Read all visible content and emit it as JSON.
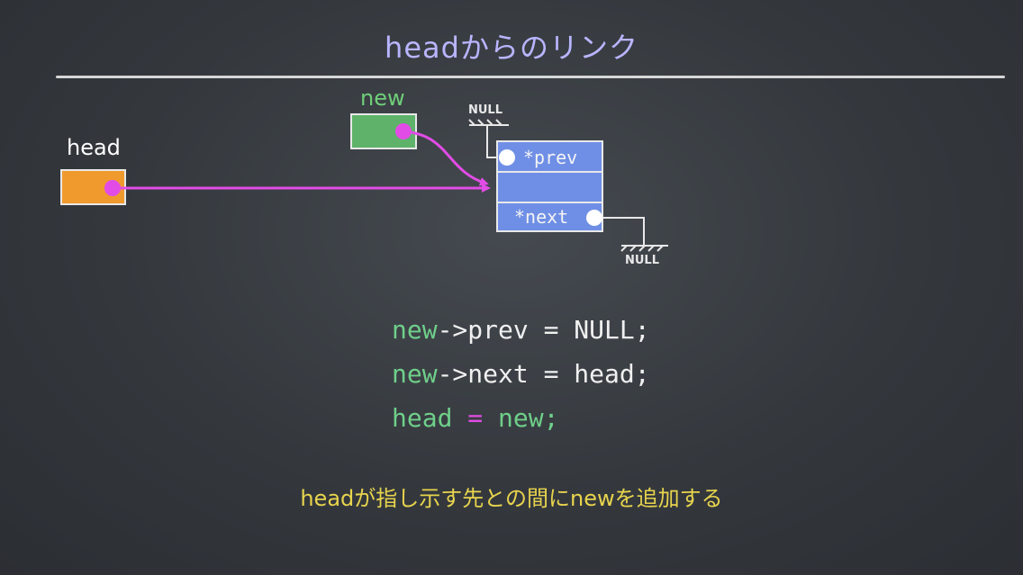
{
  "title": "headからのリンク",
  "labels": {
    "head": "head",
    "new": "new"
  },
  "node": {
    "prev": "*prev",
    "next": "*next"
  },
  "null_label": "NULL",
  "code": {
    "line1": {
      "a": "new",
      "b": "->prev = NULL;"
    },
    "line2": {
      "a": "new",
      "b": "->next = head;"
    },
    "line3": {
      "a": "head",
      "b": " = ",
      "c": "new;"
    }
  },
  "caption": "headが指し示す先との間にnewを追加する",
  "colors": {
    "title": "#b9b5ff",
    "caption": "#e8d44d",
    "head_box": "#f09a2e",
    "new_box": "#5fb26a",
    "new_label": "#6fcf7a",
    "node_fill": "#6f8fe6",
    "pointer": "#e24ce6",
    "code_green": "#6fcf8a",
    "code_pink": "#e24ce6",
    "chalk": "#e8e8e8"
  }
}
